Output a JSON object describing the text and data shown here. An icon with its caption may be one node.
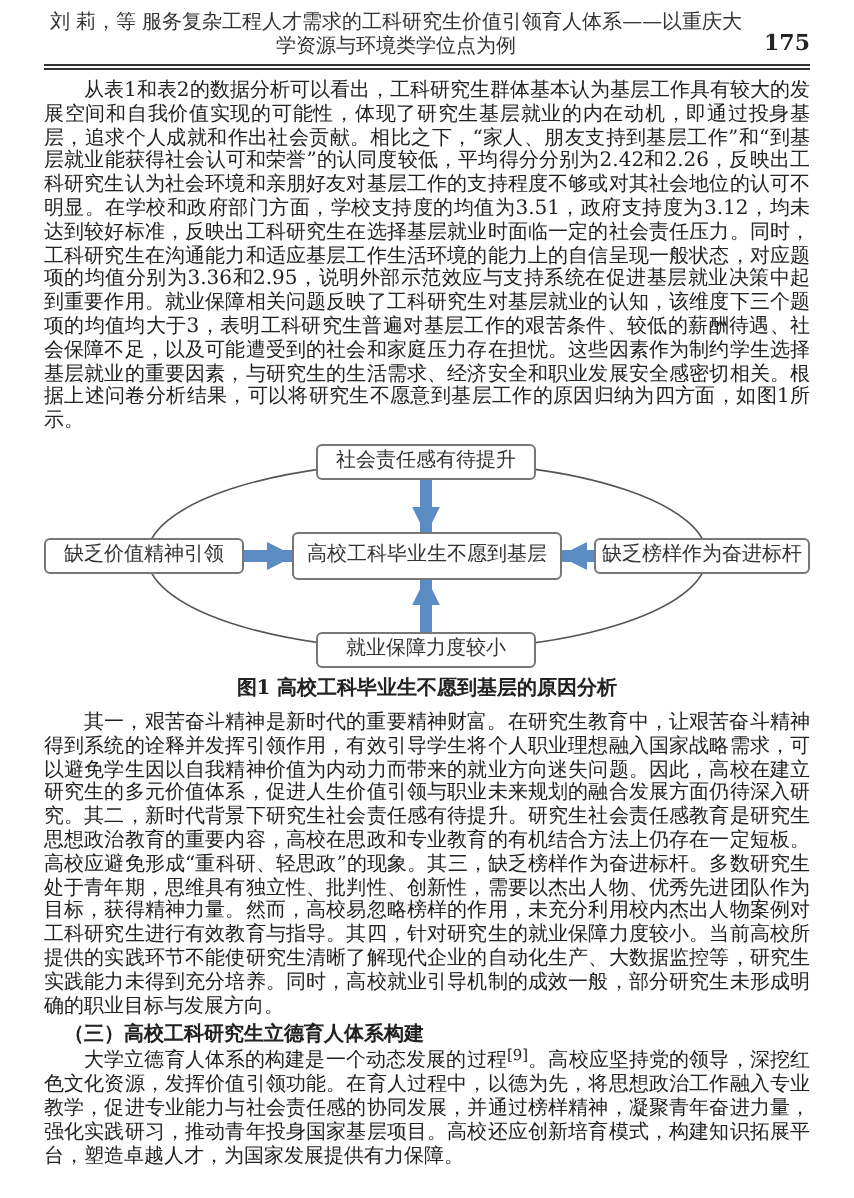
{
  "diagram": {
    "caption": "图1 高校工科毕业生不愿到基层的原因分析",
    "nodes": [
      {
        "text": [
          "社会责任感有待提升"
        ]
      },
      {
        "text": [
          "缺乏价值精神引领"
        ]
      },
      {
        "text": [
          "高校工科毕业生不愿到基层"
        ]
      },
      {
        "text": [
          "缺乏榜样作为奋进标杆"
        ]
      },
      {
        "text": [
          "就业保障力度较小"
        ]
      }
    ],
    "edges": [
      {
        "from": 0,
        "to": 2,
        "arrow": "to"
      },
      {
        "from": 1,
        "to": 2,
        "arrow": "to"
      },
      {
        "from": 3,
        "to": 2,
        "arrow": "to"
      },
      {
        "from": 4,
        "to": 2,
        "arrow": "to"
      }
    ],
    "labels": [
      "刘 莉，等 服务复杂工程人才需求的工科研究生价值引领育人体系——以重庆大学资源与环境类学位点为例",
      "175",
      "从表1和表2的数据分析可以看出，工科研究生群体基本认为基层工作具有较大的发展空间和自我价值实现的可能性，体现了研究生基层就业的内在动机，即通过投身基层，追求个人成就和作出社会贡献。相比之下，“家人、朋友支持到基层工作”和“到基层就业能获得社会认可和荣誉”的认同度较低，平均得分分别为2.42和2.26，反映出工科研究生认为社会环境和亲朋好友对基层工作的支持程度不够或对其社会地位的认可不明显。在学校和政府部门方面，学校支持度的均值为3.51，政府支持度为3.12，均未达到较好标准，反映出工科研究生在选择基层就业时面临一定的社会责任压力。同时，工科研究生在沟通能力和适应基层工作生活环境的能力上的自信呈现一般状态，对应题项的均值分别为3.36和2.95，说明外部示范效应与支持系统在促进基层就业决策中起到重要作用。就业保障相关问题反映了工科研究生对基层就业的认知，该维度下三个题项的均值均大于3，表明工科研究生普遍对基层工作的艰苦条件、较低的薪酬待遇、社会保障不足，以及可能遭受到的社会和家庭压力存在担忧。这些因素作为制约学生选择基层就业的重要因素，与研究生的生活需求、经济安全和职业发展安全感密切相关。根据上述问卷分析结果，可以将研究生不愿意到基层工作的原因归纳为四方面，如图1所示。",
      "其一，艰苦奋斗精神是新时代的重要精神财富。在研究生教育中，让艰苦奋斗精神得到系统的诠释并发挥引领作用，有效引导学生将个人职业理想融入国家战略需求，可以避免学生因以自我精神价值为内动力而带来的就业方向迷失问题。因此，高校在建立研究生的多元价值体系，促进人生价值引领与职业未来规划的融合发展方面仍待深入研究。其二，新时代背景下研究生社会责任感有待提升。研究生社会责任感教育是研究生思想政治教育的重要内容，高校在思政和专业教育的有机结合方法上仍存在一定短板。高校应避免形成“重科研、轻思政”的现象。其三，缺乏榜样作为奋进标杆。多数研究生处于青年期，思维具有独立性、批判性、创新性，需要以杰出人物、优秀先进团队作为目标，获得精神力量。然而，高校易忽略榜样的作用，未充分利用校内杰出人物案例对工科研究生进行有效教育与指导。其四，针对研究生的就业保障力度较小。当前高校所提供的实践环节不能使研究生清晰了解现代企业的自动化生产、大数据监控等，研究生实践能力未得到充分培养。同时，高校就业引导机制的成效一般，部分研究生未形成明确的职业目标与发展方向。",
      "（三）高校工科研究生立德育人体系构建",
      "大学立德育人体系的构建是一个动态发展的过程$^{[9]}$。高校应坚持党的领导，深挖红色文化资源，发挥价值引领功能。在育人过程中，以德为先，将思想政治工作融入专业教学，促进专业能力与社会责任感的协同发展，并通过榜样精神，凝聚青年奋进力量，强化实践研习，推动青年投身国家基层项目。高校还应创新培育模式，构建知识拓展平台，塑造卓越人才，为国家发展提供有力保障。"
    ]
  }
}
